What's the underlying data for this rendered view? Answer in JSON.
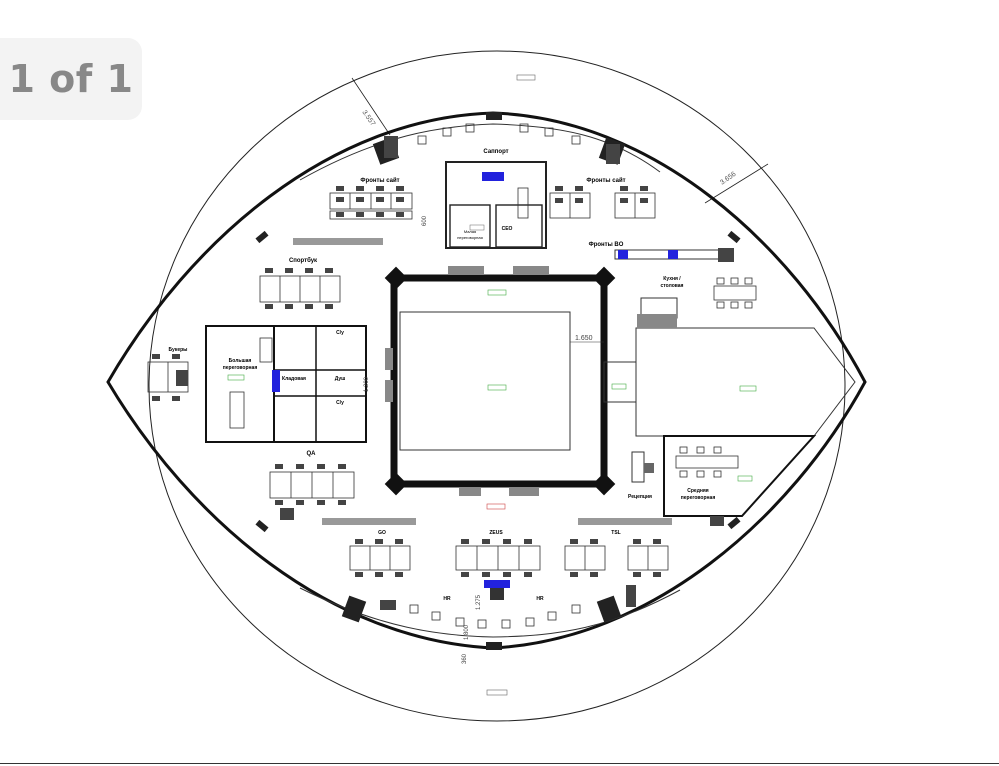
{
  "viewer": {
    "page_counter": "1 of 1"
  },
  "colors": {
    "ink": "#111111",
    "accent": "#2222dd",
    "furniture": "#555555",
    "wall_gray": "#999999"
  },
  "plan": {
    "rooms": {
      "support": "Саппорт",
      "fronts_site_left": "Фронты сайт",
      "fronts_site_right": "Фронты сайт",
      "fronts_bo": "Фронты BO",
      "sportsbook": "Спортбук",
      "bookers": "Букеры",
      "big_meeting_1": "Большая",
      "big_meeting_2": "переговорная",
      "wc_top": "С/у",
      "storage": "Кладовая",
      "shower": "Душ",
      "wc_bottom": "С/у",
      "qa": "QA",
      "go": "GO",
      "zeus": "ZEUS",
      "tsl": "TSL",
      "hr_left": "HR",
      "hr_right": "HR",
      "kitchen_1": "Кухня /",
      "kitchen_2": "столовая",
      "reception": "Рецепция",
      "mid_meeting_1": "Средняя",
      "mid_meeting_2": "переговорная",
      "ceo": "CEO",
      "small_meeting_1": "Малая",
      "small_meeting_2": "переговорная"
    },
    "dimensions": {
      "d1650": "1.650",
      "d3557": "3.557",
      "d3656": "3.656",
      "d600": "600",
      "d1200": "1.200",
      "d1800": "1.800",
      "d1275": "1.275",
      "d360": "360"
    }
  }
}
